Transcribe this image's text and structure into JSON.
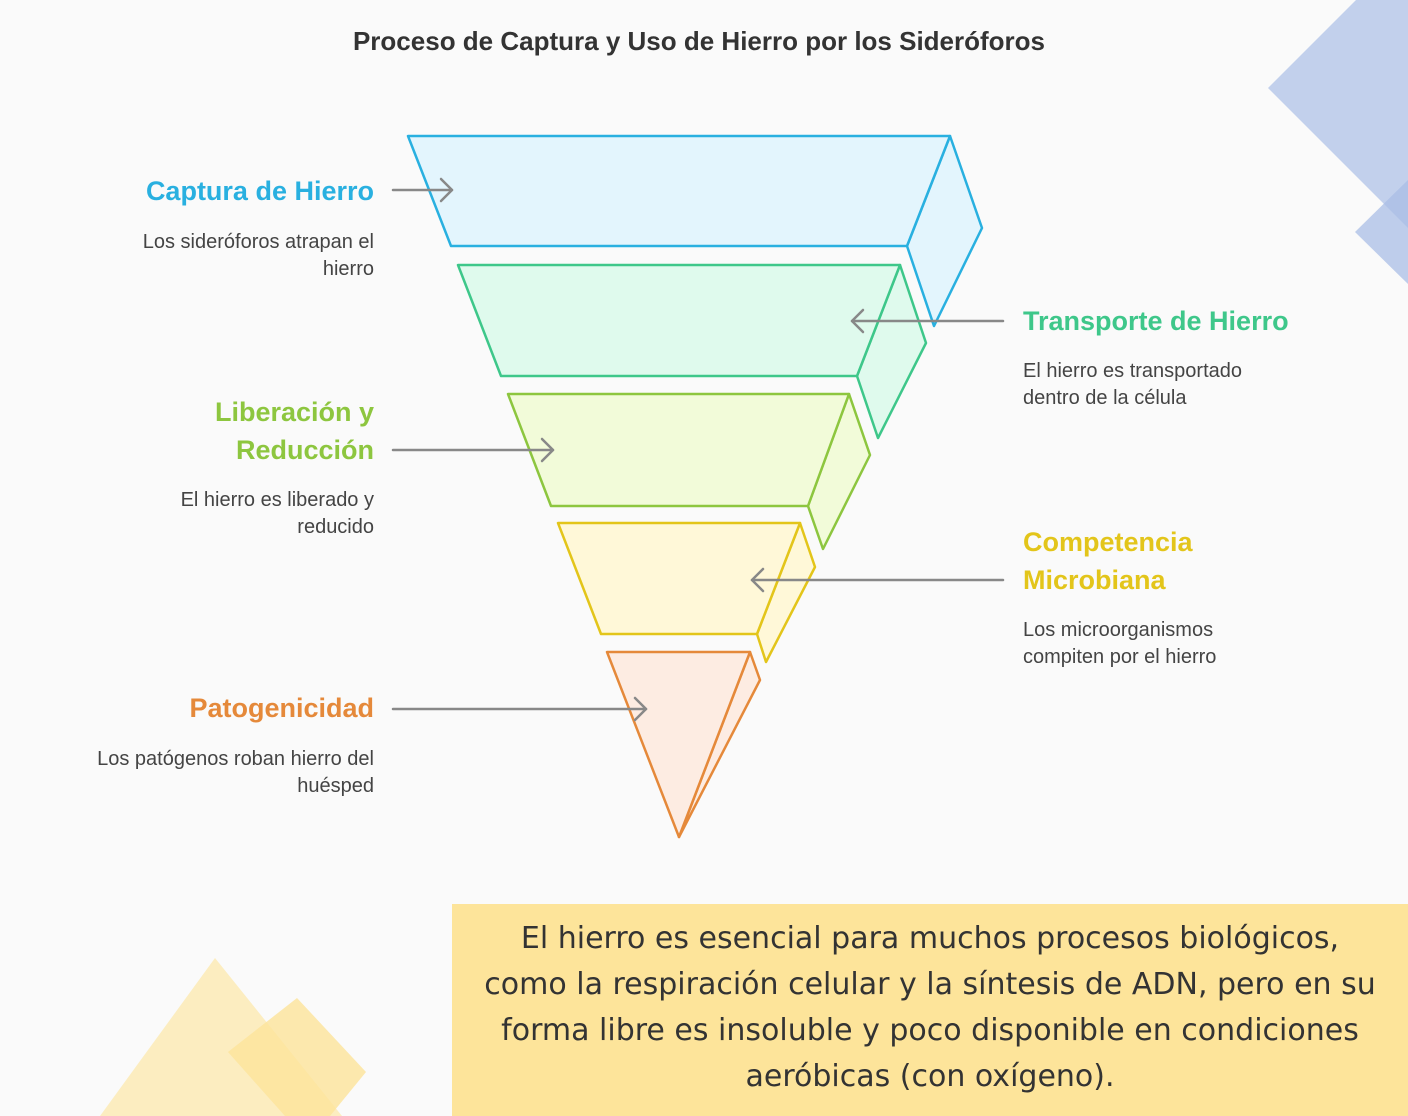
{
  "title": "Proceso de Captura y Uso de Hierro por los Sideróforos",
  "stages": [
    {
      "id": "captura",
      "label": "Captura de Hierro",
      "description": "Los sideróforos atrapan el hierro",
      "color": "#29b0e0",
      "fill": "#e3f5fd"
    },
    {
      "id": "transporte",
      "label": "Transporte de Hierro",
      "description": "El hierro es transportado dentro de la célula",
      "color": "#3ec78a",
      "fill": "#dffaed"
    },
    {
      "id": "liberacion",
      "label": "Liberación y Reducción",
      "description": "El hierro es liberado y reducido",
      "color": "#8dc63f",
      "fill": "#f2fbd9"
    },
    {
      "id": "competencia",
      "label": "Competencia Microbiana",
      "description": "Los microorganismos compiten por el hierro",
      "color": "#e3c51a",
      "fill": "#fff8d8"
    },
    {
      "id": "patogenicidad",
      "label": "Patogenicidad",
      "description": "Los patógenos roban hierro del huésped",
      "color": "#e5893a",
      "fill": "#fdece2"
    }
  ],
  "note": "El hierro es esencial para muchos procesos biológicos, como la respiración celular y la síntesis de ADN, pero en su forma libre es insoluble y poco disponible en condiciones aeróbicas (con oxígeno).",
  "colors": {
    "arrow": "#888888",
    "decor_blue": "#a9bde6",
    "decor_yellow": "#fde49a"
  }
}
